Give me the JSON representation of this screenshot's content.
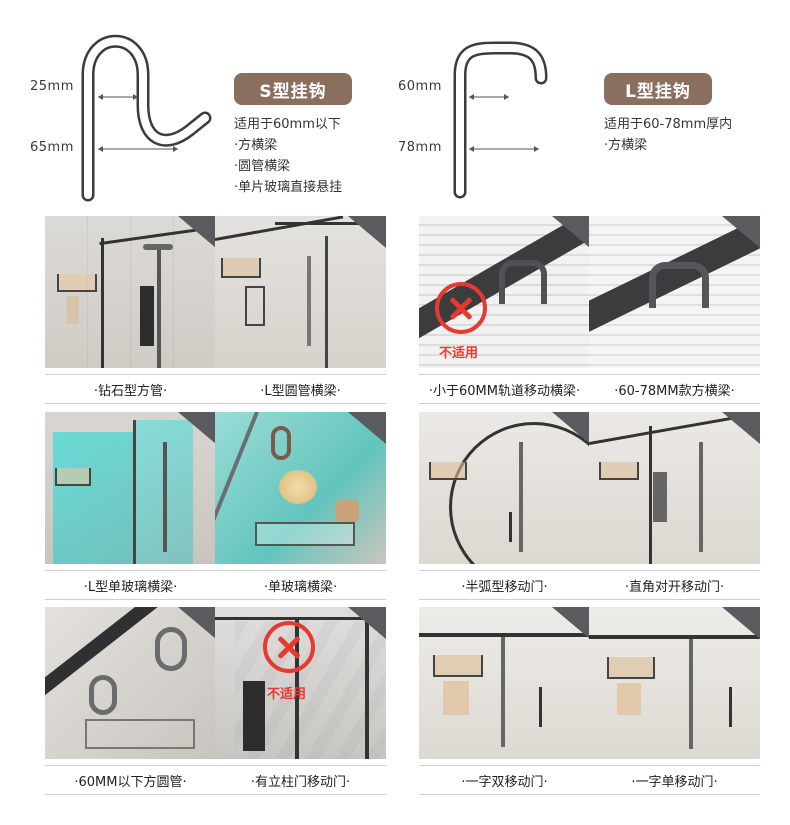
{
  "s_hook": {
    "dim_top": "25mm",
    "dim_bottom": "65mm",
    "title": "S型挂钩",
    "desc": [
      "适用于60mm以下",
      "·方横梁",
      "·圆管横梁",
      "·单片玻璃直接悬挂"
    ]
  },
  "l_hook": {
    "dim_top": "60mm",
    "dim_bottom": "78mm",
    "title": "L型挂钩",
    "desc": [
      "适用于60-78mm厚内",
      "·方横梁"
    ]
  },
  "colors": {
    "pill": "#8a6f5e",
    "corner": "#595b5e",
    "forbidden": "#e43a2f"
  },
  "not_suitable_label": "不适用",
  "cells": [
    {
      "caption": "·钻石型方管·",
      "forbidden": false
    },
    {
      "caption": "·L型圆管横梁·",
      "forbidden": false
    },
    {
      "caption": "·小于60MM轨道移动横梁·",
      "forbidden": true
    },
    {
      "caption": "·60-78MM款方横梁·",
      "forbidden": false
    },
    {
      "caption": "·L型单玻璃横梁·",
      "forbidden": false
    },
    {
      "caption": "·单玻璃横梁·",
      "forbidden": false
    },
    {
      "caption": "·半弧型移动门·",
      "forbidden": false
    },
    {
      "caption": "·直角对开移动门·",
      "forbidden": false
    },
    {
      "caption": "·60MM以下方圆管·",
      "forbidden": false
    },
    {
      "caption": "·有立柱门移动门·",
      "forbidden": true
    },
    {
      "caption": "·一字双移动门·",
      "forbidden": false
    },
    {
      "caption": "·一字单移动门·",
      "forbidden": false
    }
  ]
}
